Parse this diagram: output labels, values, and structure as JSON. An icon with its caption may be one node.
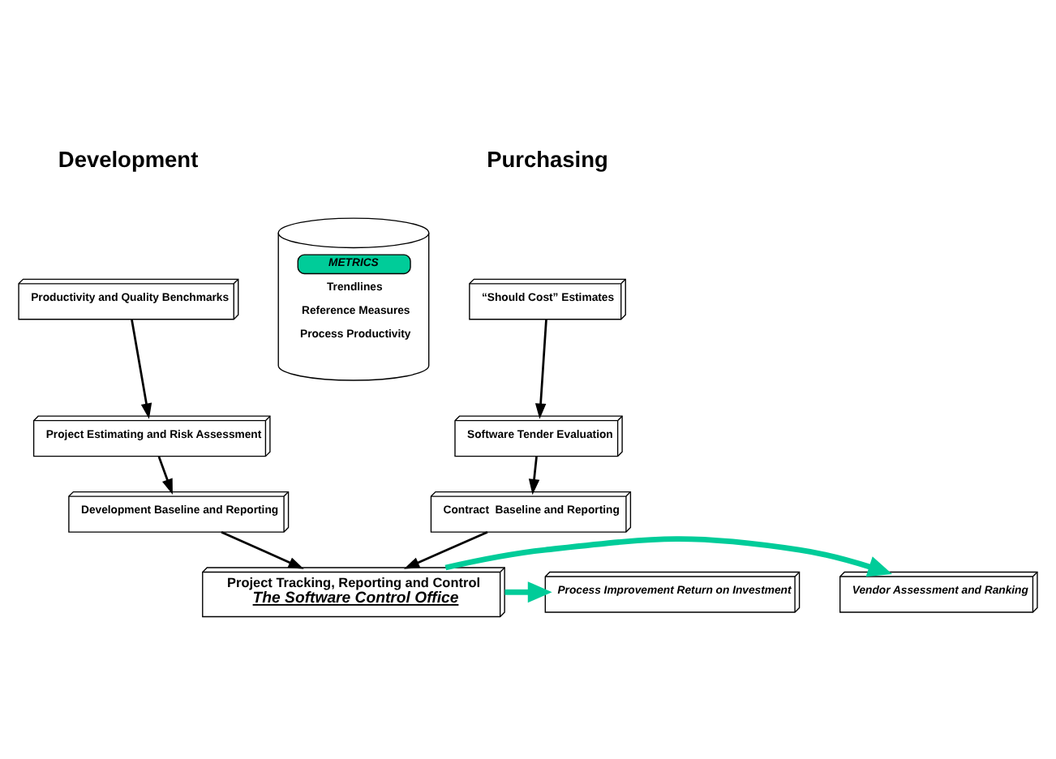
{
  "diagram": {
    "nodes": [
      {
        "text": [
          "Productivity and Quality Benchmarks"
        ]
      },
      {
        "text": [
          "Project Estimating and Risk Assessment"
        ]
      },
      {
        "text": [
          "Development Baseline and Reporting"
        ]
      },
      {
        "text": [
          "“Should Cost” Estimates"
        ]
      },
      {
        "text": [
          "Software Tender Evaluation"
        ]
      },
      {
        "text": [
          "Contract  Baseline and Reporting"
        ]
      },
      {
        "text": [
          "METRICS",
          "Trendlines",
          "Reference Measures",
          "Process Productivity"
        ]
      },
      {
        "text": [
          "Project Tracking, Reporting and Control",
          "The Software Control Office"
        ]
      },
      {
        "text": [
          "Process Improvement Return on Investment"
        ]
      },
      {
        "text": [
          "Vendor Assessment and Ranking"
        ]
      }
    ],
    "edges": [
      {
        "from": 0,
        "to": 1,
        "arrow": "to"
      },
      {
        "from": 1,
        "to": 2,
        "arrow": "to"
      },
      {
        "from": 2,
        "to": 7,
        "arrow": "to"
      },
      {
        "from": 3,
        "to": 4,
        "arrow": "to"
      },
      {
        "from": 4,
        "to": 5,
        "arrow": "to"
      },
      {
        "from": 5,
        "to": 7,
        "arrow": "to"
      },
      {
        "from": 7,
        "to": 8,
        "arrow": "to",
        "style": "thick",
        "color": "#00cc99"
      },
      {
        "from": 7,
        "to": 9,
        "arrow": "to",
        "style": "thick",
        "color": "#00cc99"
      }
    ],
    "labels": [
      "Development",
      "Purchasing"
    ]
  }
}
